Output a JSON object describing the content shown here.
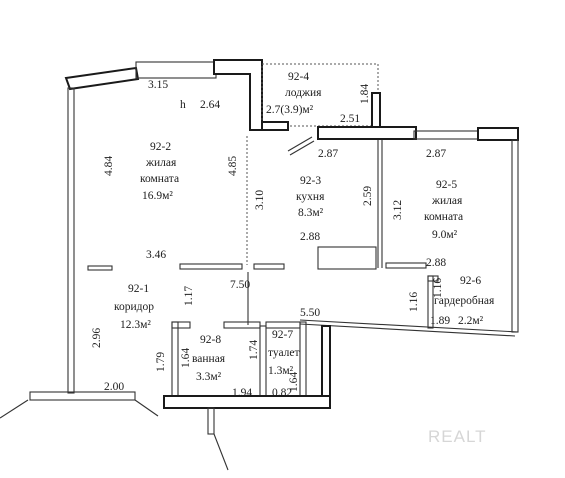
{
  "rooms": {
    "living_room_1": {
      "code": "92-2",
      "name": "жилая",
      "name2": "комната",
      "area": "16.9м²"
    },
    "loggia": {
      "code": "92-4",
      "name": "лоджия",
      "area": "2.7(3.9)м²"
    },
    "kitchen": {
      "code": "92-3",
      "name": "кухня",
      "area": "8.3м²"
    },
    "living_room_2": {
      "code": "92-5",
      "name": "жилая",
      "name2": "комната",
      "area": "9.0м²"
    },
    "corridor": {
      "code": "92-1",
      "name": "коридор",
      "area": "12.3м²"
    },
    "wardrobe": {
      "code": "92-6",
      "name": "гардеробная",
      "area": "2.2м²"
    },
    "bathroom": {
      "code": "92-8",
      "name": "ванная",
      "area": "3.3м²"
    },
    "toilet": {
      "code": "92-7",
      "name": "туалет",
      "area": "1.3м²"
    }
  },
  "dimensions": {
    "d_3_15": "3.15",
    "d_h": "h",
    "d_2_64": "2.64",
    "d_4_84": "4.84",
    "d_4_85": "4.85",
    "d_1_84": "1.84",
    "d_2_51": "2.51",
    "d_2_87a": "2.87",
    "d_2_87b": "2.87",
    "d_3_10": "3.10",
    "d_2_59": "2.59",
    "d_3_12": "3.12",
    "d_2_88a": "2.88",
    "d_3_46": "3.46",
    "d_7_50": "7.50",
    "d_2_88b": "2.88",
    "d_1_16a": "1.16",
    "d_1_16b": "1.16",
    "d_1_17": "1.17",
    "d_5_50": "5.50",
    "d_2_96": "2.96",
    "d_1_89": "1.89",
    "d_1_79": "1.79",
    "d_1_64a": "1.64",
    "d_1_74": "1.74",
    "d_1_64b": "1.64",
    "d_2_00": "2.00",
    "d_1_94": "1.94",
    "d_0_82": "0.82"
  },
  "watermark": "REALT"
}
